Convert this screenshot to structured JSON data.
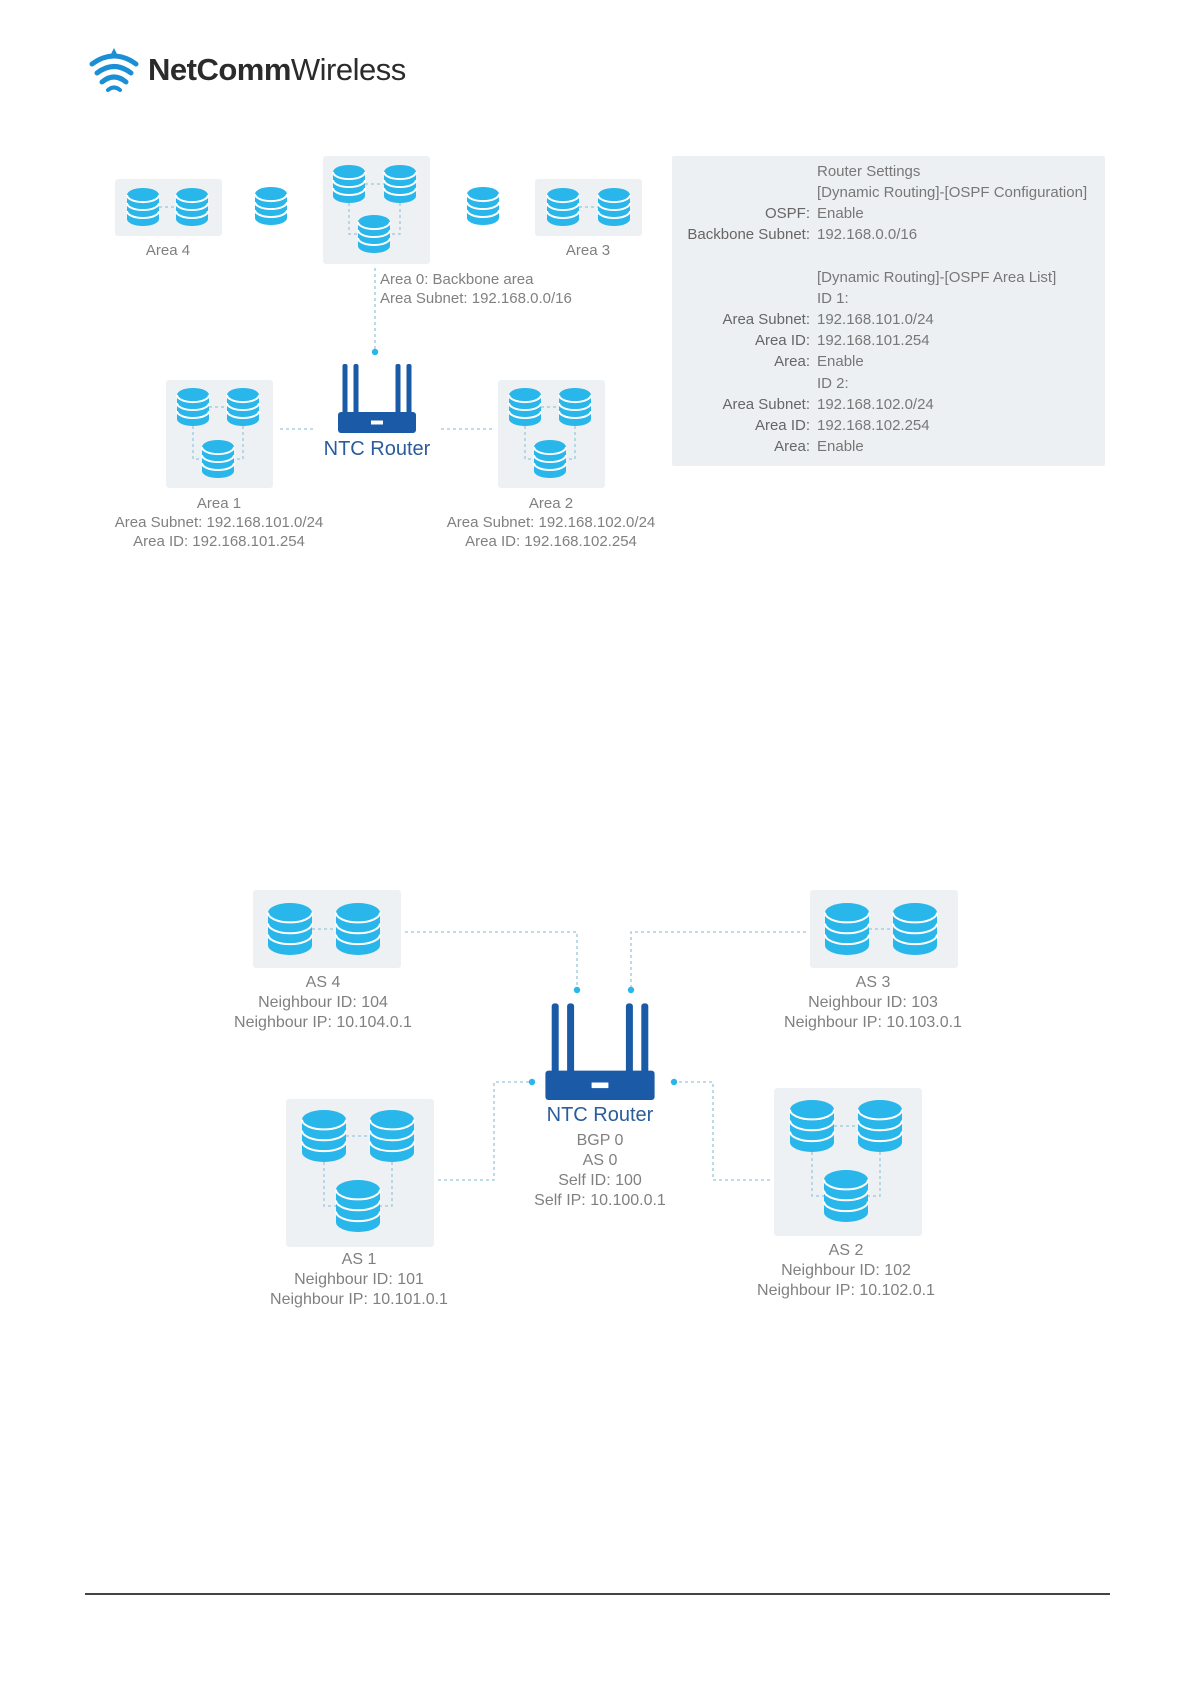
{
  "brand": {
    "name_bold": "NetComm",
    "name_light": "Wireless"
  },
  "colors": {
    "db": "#29b6ea",
    "db_line": "#ffffff",
    "box": "#eef1f3",
    "router": "#1b5aa6",
    "connector": "#29b6ea",
    "dash": "#9cc7dc"
  },
  "ospf": {
    "area4": "Area 4",
    "area3": "Area 3",
    "area0_line1": "Area 0: Backbone area",
    "area0_line2": "Area Subnet: 192.168.0.0/16",
    "router": "NTC Router",
    "area1": {
      "name": "Area 1",
      "subnet": "Area Subnet: 192.168.101.0/24",
      "id": "Area ID: 192.168.101.254"
    },
    "area2": {
      "name": "Area 2",
      "subnet": "Area Subnet: 192.168.102.0/24",
      "id": "Area ID: 192.168.102.254"
    }
  },
  "settings": {
    "title": "Router Settings",
    "section1": "[Dynamic Routing]-[OSPF Configuration]",
    "ospf_key": "OSPF:",
    "ospf_val": "Enable",
    "backbone_key": "Backbone Subnet:",
    "backbone_val": "192.168.0.0/16",
    "section2": "[Dynamic Routing]-[OSPF Area List]",
    "id1": "ID 1:",
    "id1_subnet_key": "Area Subnet:",
    "id1_subnet_val": "192.168.101.0/24",
    "id1_areaid_key": "Area ID:",
    "id1_areaid_val": "192.168.101.254",
    "id1_area_key": "Area:",
    "id1_area_val": "Enable",
    "id2": "ID 2:",
    "id2_subnet_key": "Area Subnet:",
    "id2_subnet_val": "192.168.102.0/24",
    "id2_areaid_key": "Area ID:",
    "id2_areaid_val": "192.168.102.254",
    "id2_area_key": "Area:",
    "id2_area_val": "Enable"
  },
  "bgp": {
    "as4": {
      "name": "AS 4",
      "nid": "Neighbour ID: 104",
      "nip": "Neighbour IP: 10.104.0.1"
    },
    "as3": {
      "name": "AS 3",
      "nid": "Neighbour ID: 103",
      "nip": "Neighbour IP: 10.103.0.1"
    },
    "as1": {
      "name": "AS 1",
      "nid": "Neighbour ID: 101",
      "nip": "Neighbour IP: 10.101.0.1"
    },
    "as2": {
      "name": "AS 2",
      "nid": "Neighbour ID: 102",
      "nip": "Neighbour IP: 10.102.0.1"
    },
    "router": "NTC Router",
    "bgp_line": "BGP 0",
    "as_line": "AS 0",
    "self_id": "Self ID: 100",
    "self_ip": "Self IP: 10.100.0.1"
  }
}
